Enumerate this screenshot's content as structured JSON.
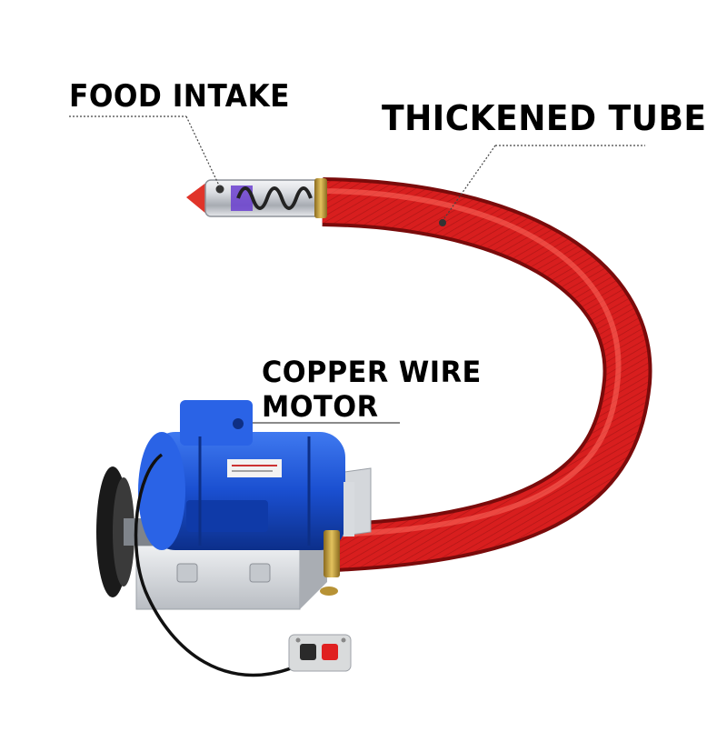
{
  "labels": {
    "food_intake": "FOOD INTAKE",
    "thickened_tube": "THICKENED TUBE",
    "motor_line1": "COPPER WIRE",
    "motor_line2": "MOTOR"
  },
  "colors": {
    "tube_red": "#d81e1e",
    "motor_blue": "#1a4fd0",
    "steel": "#c9ccd1",
    "brass": "#c9a23a",
    "switch_box": "#d9dbdc",
    "button_red": "#e02020",
    "button_dark": "#2a2a2a"
  }
}
